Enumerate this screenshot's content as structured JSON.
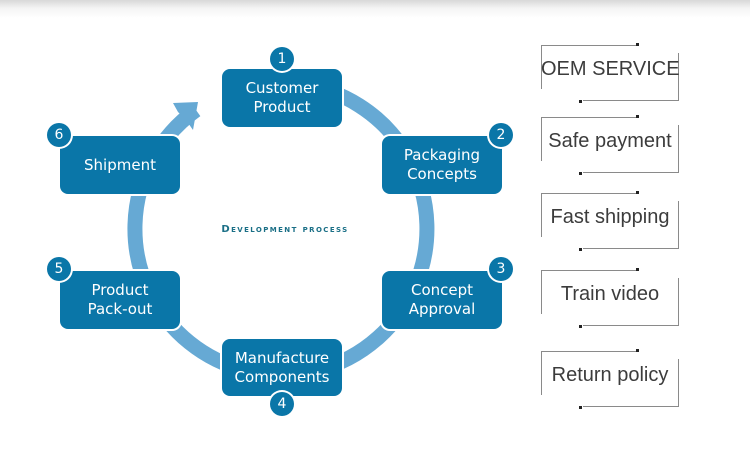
{
  "diagram": {
    "title": "Development process",
    "accent_color": "#0a76a8",
    "ring_color": "#66a9d4",
    "steps": [
      {
        "number": "1",
        "label_line1": "Customer",
        "label_line2": "Product"
      },
      {
        "number": "2",
        "label_line1": "Packaging",
        "label_line2": "Concepts"
      },
      {
        "number": "3",
        "label_line1": "Concept",
        "label_line2": "Approval"
      },
      {
        "number": "4",
        "label_line1": "Manufacture",
        "label_line2": "Components"
      },
      {
        "number": "5",
        "label_line1": "Product",
        "label_line2": "Pack-out"
      },
      {
        "number": "6",
        "label_line1": "Shipment",
        "label_line2": ""
      }
    ]
  },
  "features": [
    {
      "label": "OEM SERVICE"
    },
    {
      "label": "Safe payment"
    },
    {
      "label": "Fast shipping"
    },
    {
      "label": "Train video"
    },
    {
      "label": "Return policy"
    }
  ]
}
